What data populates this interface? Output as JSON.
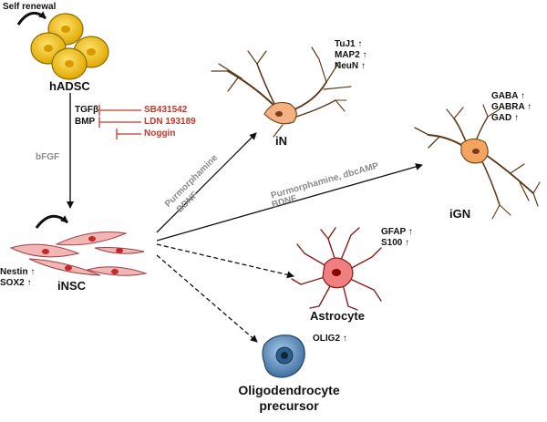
{
  "labels": {
    "self_renewal": "Self renewal",
    "hadsc": "hADSC",
    "tgfb": "TGFβ",
    "bmp": "BMP",
    "sb": "SB431542",
    "ldn": "LDN 193189",
    "noggin": "Noggin",
    "bfgf": "bFGF",
    "insc": "iNSC",
    "nestin": "Nestin ↑",
    "sox2": "SOX2 ↑",
    "in": "iN",
    "tuj1": "TuJ1 ↑",
    "map2": "MAP2 ↑",
    "neun": "NeuN ↑",
    "purm1": "Purmorphamine",
    "bdnf1": "BDNF",
    "purm2": "Purmorphamine, dbcAMP",
    "bdnf2": "BDNF",
    "ign": "iGN",
    "gaba": "GABA ↑",
    "gabra": "GABRA ↑",
    "gad": "GAD ↑",
    "gfap": "GFAP ↑",
    "s100": "S100 ↑",
    "astrocyte": "Astrocyte",
    "olig2": "OLIG2 ↑",
    "opc1": "Oligodendrocyte",
    "opc2": "precursor"
  },
  "colors": {
    "inhibitor": "#c0392b",
    "condition_text": "#8a8a8a",
    "hadsc_fill": "#f5c518",
    "insc_fill": "#f3b6b6",
    "neuron_fill": "#f4b183",
    "astro_fill": "#f08080",
    "opc_fill": "#6fa8dc"
  }
}
